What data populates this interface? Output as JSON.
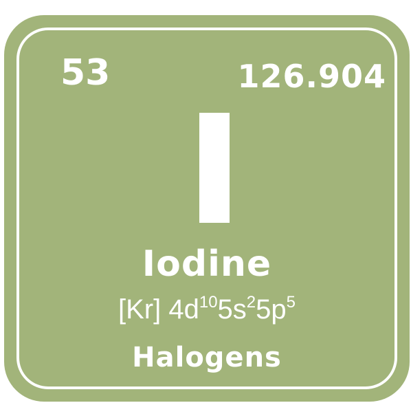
{
  "element": {
    "atomic_number": "53",
    "atomic_mass": "126.904",
    "symbol": "I",
    "name": "Iodine",
    "configuration": {
      "core": "[Kr]",
      "orbitals": [
        {
          "orbital": "4d",
          "electrons": "10"
        },
        {
          "orbital": "5s",
          "electrons": "2"
        },
        {
          "orbital": "5p",
          "electrons": "5"
        }
      ]
    },
    "category": "Halogens"
  },
  "colors": {
    "tile_background": "#a2b47a",
    "text": "#ffffff"
  }
}
